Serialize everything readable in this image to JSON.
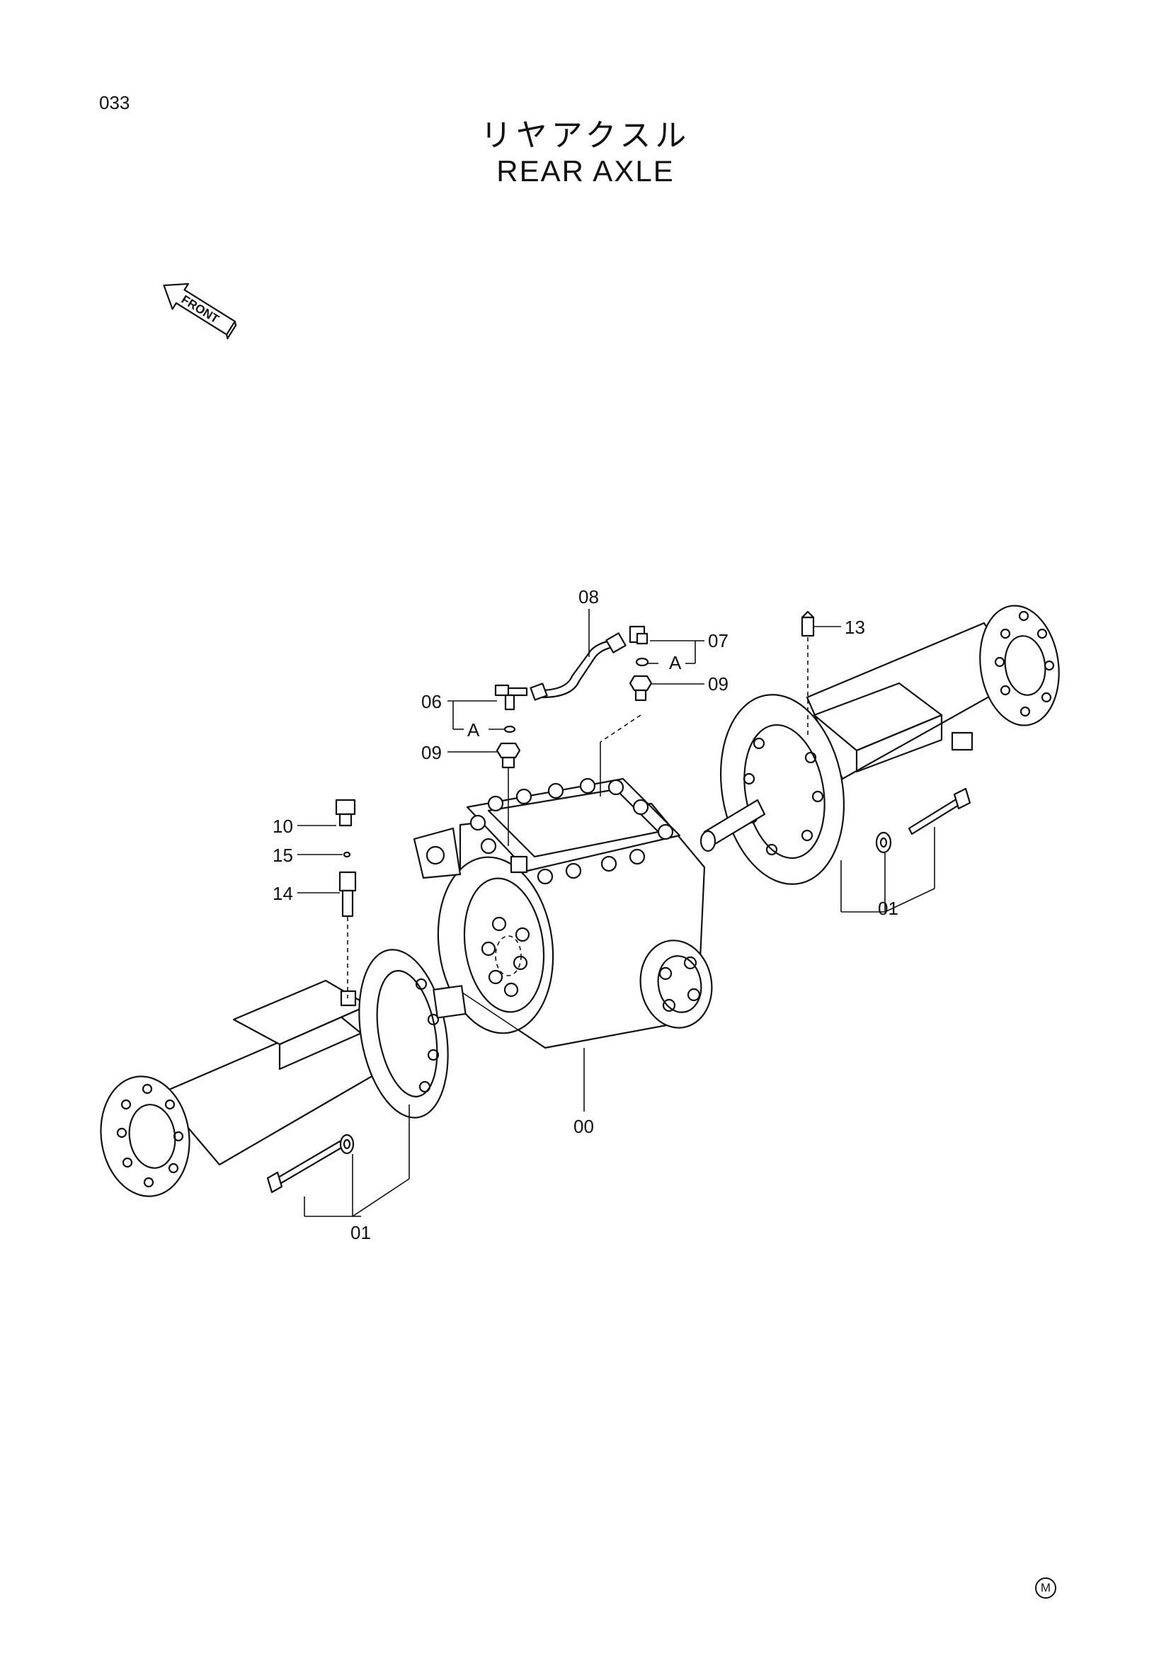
{
  "page_number": "033",
  "title_japanese": "リヤアクスル",
  "title_english": "REAR AXLE",
  "front_indicator": "FRONT",
  "detail_ref": "A",
  "callouts": {
    "c00": "00",
    "c01_left": "01",
    "c01_right": "01",
    "c06": "06",
    "c07": "07",
    "c08": "08",
    "c09_left": "09",
    "c09_right": "09",
    "c10": "10",
    "c13": "13",
    "c14": "14",
    "c15": "15"
  },
  "mark": "M"
}
